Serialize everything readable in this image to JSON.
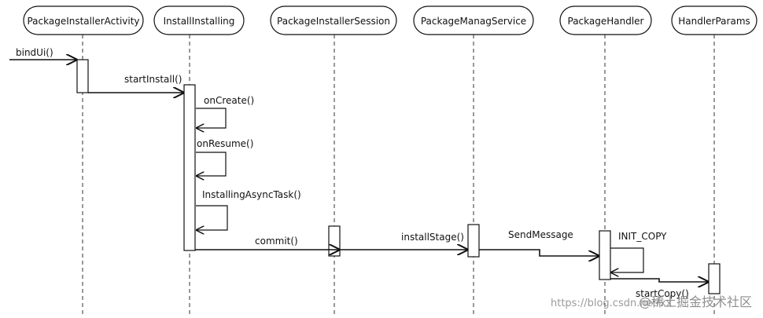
{
  "participants": [
    {
      "id": "pia",
      "label": "PackageInstallerActivity"
    },
    {
      "id": "ii",
      "label": "InstallInstalling"
    },
    {
      "id": "pis",
      "label": "PackageInstallerSession"
    },
    {
      "id": "pms",
      "label": "PackageManagService"
    },
    {
      "id": "ph",
      "label": "PackageHandler"
    },
    {
      "id": "hp",
      "label": "HandlerParams"
    }
  ],
  "messages": [
    {
      "id": "bindui",
      "label": "bindUi()"
    },
    {
      "id": "startinstall",
      "label": "startInstall()"
    },
    {
      "id": "oncreate",
      "label": "onCreate()"
    },
    {
      "id": "onresume",
      "label": "onResume()"
    },
    {
      "id": "installingasynctask",
      "label": "InstallingAsyncTask()"
    },
    {
      "id": "commit",
      "label": "commit()"
    },
    {
      "id": "installstage",
      "label": "installStage()"
    },
    {
      "id": "sendmessage",
      "label": "SendMessage"
    },
    {
      "id": "init_copy",
      "label": "INIT_COPY"
    },
    {
      "id": "startcopy",
      "label": "startCopy()"
    }
  ],
  "watermark": {
    "url": "https://blog.csdn.net/xx",
    "brand": "@稀土掘金技术社区"
  }
}
